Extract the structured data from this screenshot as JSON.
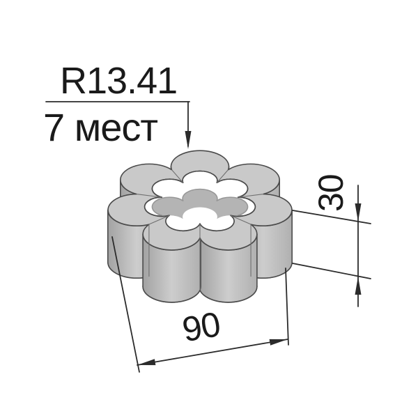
{
  "drawing": {
    "radius_label": "R13.41",
    "places_label": "7 мест",
    "width_dim": "90",
    "height_dim": "30"
  },
  "colors": {
    "line": "#2b2b2b",
    "text": "#1a1a1a",
    "object_light": "#c9c9c9",
    "object_mid": "#b4b4b4",
    "object_dark": "#9e9e9e",
    "edge": "#4a4a4a",
    "background": "#ffffff"
  }
}
